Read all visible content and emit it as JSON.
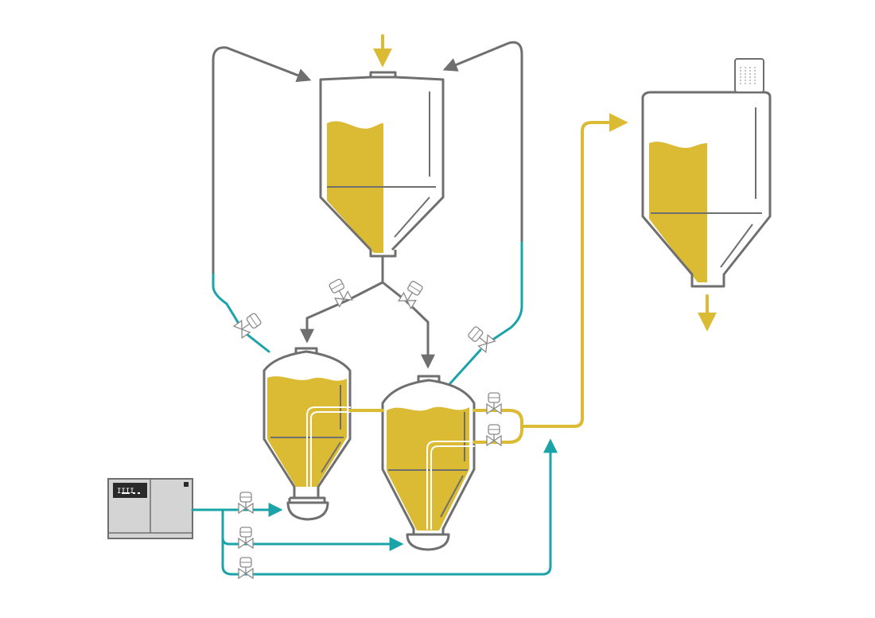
{
  "colors": {
    "gray": "#6f6f6f",
    "teal": "#1aa3a8",
    "gold": "#dcbb34",
    "panel": "#d4d4d4",
    "display": "#2a2a2a"
  },
  "components": {
    "feed_hopper": "feed-hopper",
    "left_vessel": "pressure-vessel-left",
    "right_vessel": "pressure-vessel-right",
    "receiving_silo": "receiving-silo",
    "filter": "silo-vent-filter",
    "compressor": "air-compressor-unit",
    "panel_display_text": "IIII"
  },
  "flows": {
    "material_inlet": "down-arrow",
    "silo_outlet": "down-arrow"
  }
}
